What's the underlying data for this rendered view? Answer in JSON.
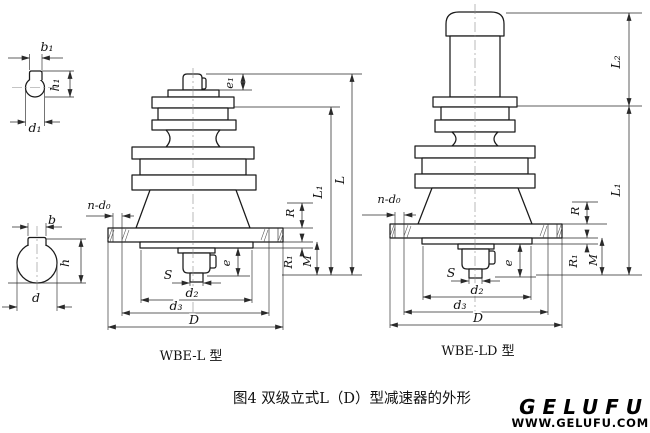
{
  "figure": {
    "caption": "图4 双级立式L（D）型减速器的外形",
    "left_model": "WBE-L 型",
    "right_model": "WBE-LD 型"
  },
  "dims": {
    "b1": "b₁",
    "h1": "h₁",
    "d1": "d₁",
    "b": "b",
    "h": "h",
    "d": "d",
    "n_d0": "n-d₀",
    "e1": "e₁",
    "e": "e",
    "S": "S",
    "R": "R",
    "R1": "R₁",
    "M": "M",
    "L": "L",
    "L1": "L₁",
    "L2": "L₂",
    "d2": "d₂",
    "d3": "d₃",
    "D": "D"
  },
  "logo": {
    "name": "GELUFU",
    "website": "WWW.GELUFU.COM"
  },
  "colors": {
    "line": "#1a1a1a",
    "background": "#ffffff",
    "logo": "#000000"
  }
}
